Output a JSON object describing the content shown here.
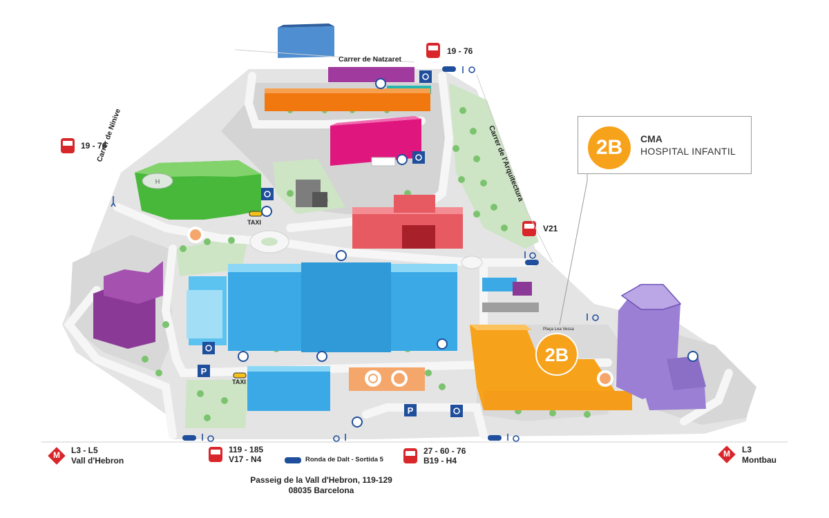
{
  "callout": {
    "badge": "2B",
    "line1": "CMA",
    "line2": "HOSPITAL INFANTIL"
  },
  "map_badge": "2B",
  "streets": {
    "natzaret": "Carrer de Natzaret",
    "ninive": "Carrer de Nínive",
    "arquitectura": "Carrer de l'Arquitectura",
    "ronda": "Ronda de Dalt - Sortida 5",
    "placa": "Plaça Lea Vessa"
  },
  "bus_stops": {
    "top": "19 - 76",
    "left": "19 - 76",
    "right": "V21",
    "bottom_left": [
      "119 - 185",
      "V17 - N4"
    ],
    "bottom_mid": [
      "27 - 60 - 76",
      "B19 - H4"
    ]
  },
  "metro": {
    "left_symbol": "M",
    "left": [
      "L3 - L5",
      "Vall d'Hebron"
    ],
    "right_symbol": "M",
    "right": [
      "L3",
      "Montbau"
    ]
  },
  "taxi": "TAXI",
  "address": [
    "Passeig de la Vall d'Hebron, 119-129",
    "08035 Barcelona"
  ],
  "icons": [
    "bus-icon",
    "metro-icon",
    "taxi-icon",
    "car-icon",
    "pedestrian-icon",
    "bicycle-icon",
    "wheelchair-icon",
    "parking-icon",
    "cafe-icon",
    "restaurant-icon",
    "helipad-icon",
    "shop-icon"
  ],
  "colors": {
    "cma_orange": "#f7a21b",
    "bus_red": "#d8262b",
    "main_blue": "#3aa9e6",
    "green_bldg": "#47b83a",
    "magenta": "#e0167f",
    "purple": "#8a3a96",
    "lavender": "#9b7fd4",
    "salmon": "#e85a62",
    "orange_bldg": "#f0780f",
    "navy": "#1f4e9c"
  }
}
